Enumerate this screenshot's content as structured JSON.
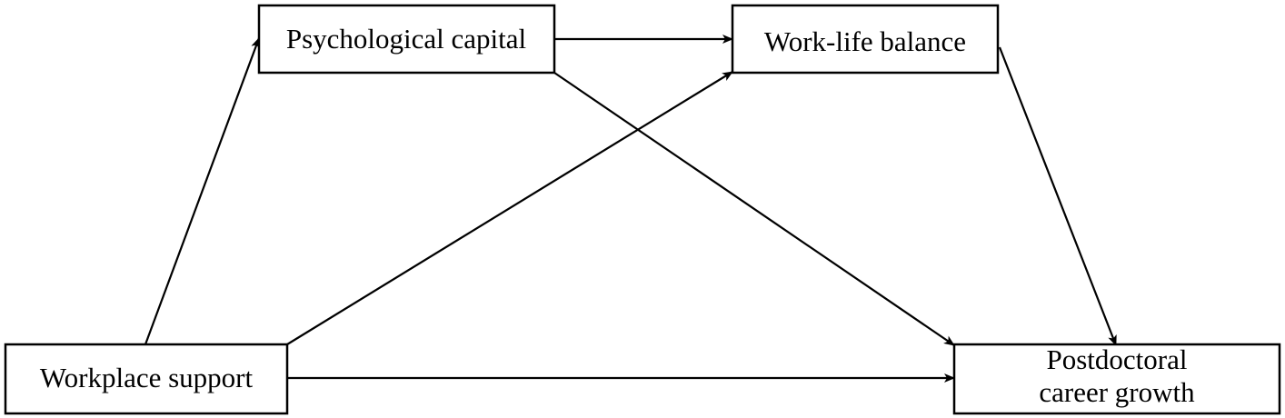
{
  "nodes": {
    "psychological_capital": {
      "label": "Psychological capital"
    },
    "work_life_balance": {
      "label": "Work-life balance"
    },
    "workplace_support": {
      "label": "Workplace support"
    },
    "career_growth": {
      "line1": "Postdoctoral",
      "line2": "career growth"
    }
  },
  "edges": [
    {
      "from": "Workplace support",
      "to": "Psychological capital"
    },
    {
      "from": "Workplace support",
      "to": "Work-life balance"
    },
    {
      "from": "Workplace support",
      "to": "Postdoctoral career growth"
    },
    {
      "from": "Psychological capital",
      "to": "Work-life balance"
    },
    {
      "from": "Psychological capital",
      "to": "Postdoctoral career growth"
    },
    {
      "from": "Work-life balance",
      "to": "Postdoctoral career growth"
    }
  ],
  "colors": {
    "stroke": "#000000",
    "background": "#ffffff"
  }
}
